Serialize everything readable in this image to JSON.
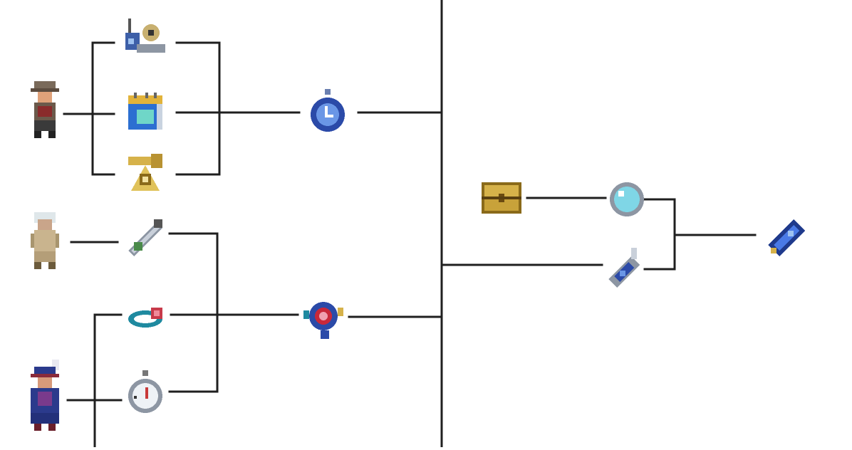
{
  "diagram": {
    "type": "crafting-tree",
    "colors": {
      "connector": "#1f1f1f",
      "background": "#ffffff"
    },
    "nodes": [
      {
        "id": "npc-demolitionist",
        "icon": "npc-man-with-hat-icon",
        "kind": "npc"
      },
      {
        "id": "npc-goblin",
        "icon": "npc-white-haired-elder-icon",
        "kind": "npc"
      },
      {
        "id": "npc-traveling",
        "icon": "npc-wizard-with-feathered-hat-icon",
        "kind": "npc"
      },
      {
        "id": "item-metal-detector",
        "icon": "metal-detector-gadget-icon",
        "kind": "item"
      },
      {
        "id": "item-calendar",
        "icon": "blue-calendar-icon",
        "kind": "item"
      },
      {
        "id": "item-sextant",
        "icon": "golden-sextant-icon",
        "kind": "item"
      },
      {
        "id": "item-stopwatch-blue",
        "icon": "blue-pocket-watch-icon",
        "kind": "item"
      },
      {
        "id": "item-tally",
        "icon": "metal-rod-icon",
        "kind": "item"
      },
      {
        "id": "item-ring",
        "icon": "teal-ring-icon",
        "kind": "item"
      },
      {
        "id": "item-stopwatch",
        "icon": "silver-stopwatch-icon",
        "kind": "item"
      },
      {
        "id": "item-combined-orb",
        "icon": "red-blue-orb-gadget-icon",
        "kind": "item"
      },
      {
        "id": "item-chest",
        "icon": "golden-chest-icon",
        "kind": "item"
      },
      {
        "id": "item-mirror",
        "icon": "round-mirror-icon",
        "kind": "item"
      },
      {
        "id": "item-cell-phone",
        "icon": "flip-phone-icon",
        "kind": "item"
      },
      {
        "id": "item-shellphone",
        "icon": "blue-phone-icon",
        "kind": "item"
      }
    ]
  }
}
